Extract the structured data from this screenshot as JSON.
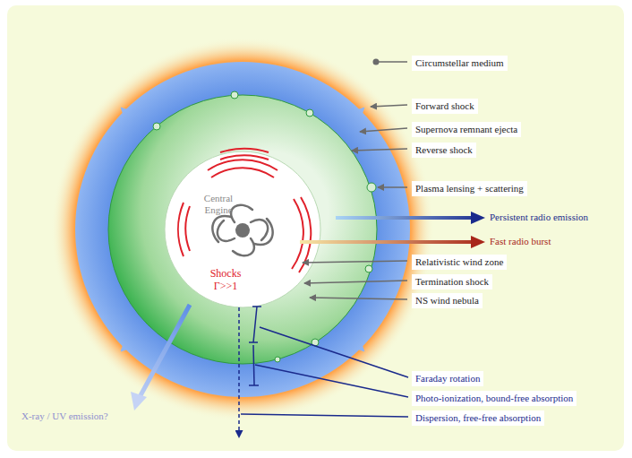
{
  "diagram": {
    "labels": [
      "Circumstellar medium",
      "Forward shock",
      "Supernova remnant ejecta",
      "Reverse shock",
      "Plasma lensing + scattering",
      "Central Engine",
      "Persistent radio emission",
      "Fast radio burst",
      "Relativistic wind zone",
      "Shocks Γ>>1",
      "Termination shock",
      "NS wind nebula",
      "Faraday rotation",
      "Photo-ionization, bound-free absorption",
      "X-ray / UV emission?",
      "Dispersion, free-free absorption"
    ]
  }
}
